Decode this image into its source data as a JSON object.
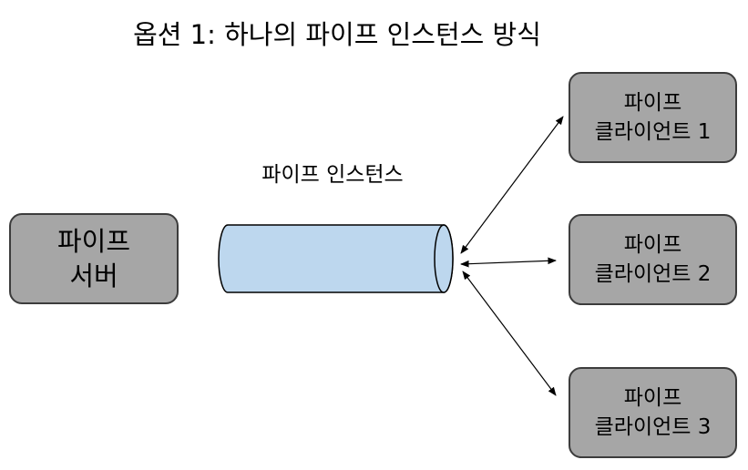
{
  "title": "옵션 1: 하나의 파이프 인스턴스 방식",
  "pipe_instance": {
    "label": "파이프 인스턴스"
  },
  "server": {
    "line1": "파이프",
    "line2": "서버"
  },
  "clients": [
    {
      "line1": "파이프",
      "line2": "클라이언트 1"
    },
    {
      "line1": "파이프",
      "line2": "클라이언트 2"
    },
    {
      "line1": "파이프",
      "line2": "클라이언트 3"
    }
  ],
  "colors": {
    "box_fill": "#a6a6a6",
    "box_border": "#3c3c3c",
    "pipe_fill": "#bdd7ee",
    "pipe_stroke": "#000000"
  }
}
